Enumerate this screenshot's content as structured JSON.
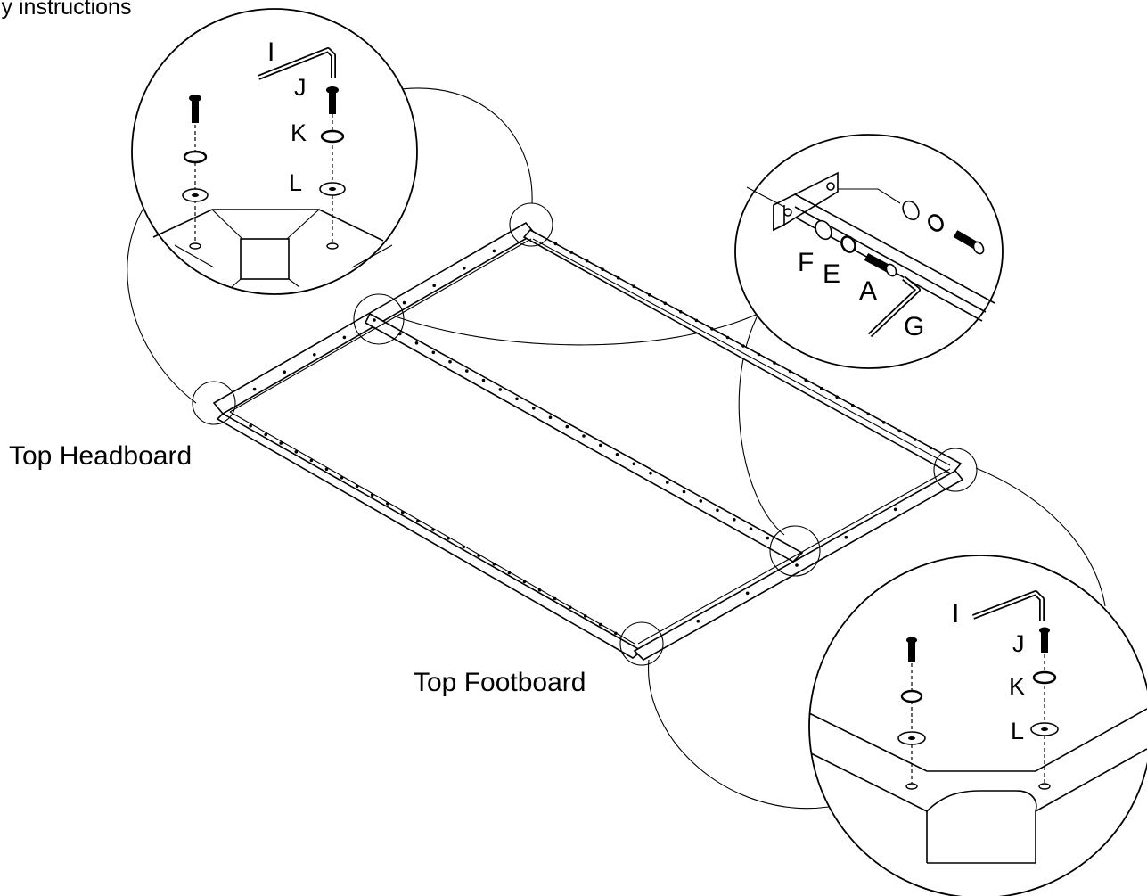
{
  "page": {
    "top_caption": "ly instructions"
  },
  "labels": {
    "top_headboard": "Top Headboard",
    "top_footboard": "Top Footboard"
  },
  "detail_top_left": {
    "parts": [
      "I",
      "J",
      "K",
      "L"
    ]
  },
  "detail_top_right": {
    "parts": [
      "F",
      "E",
      "A",
      "G"
    ]
  },
  "detail_bottom_right": {
    "parts": [
      "I",
      "J",
      "K",
      "L"
    ]
  }
}
